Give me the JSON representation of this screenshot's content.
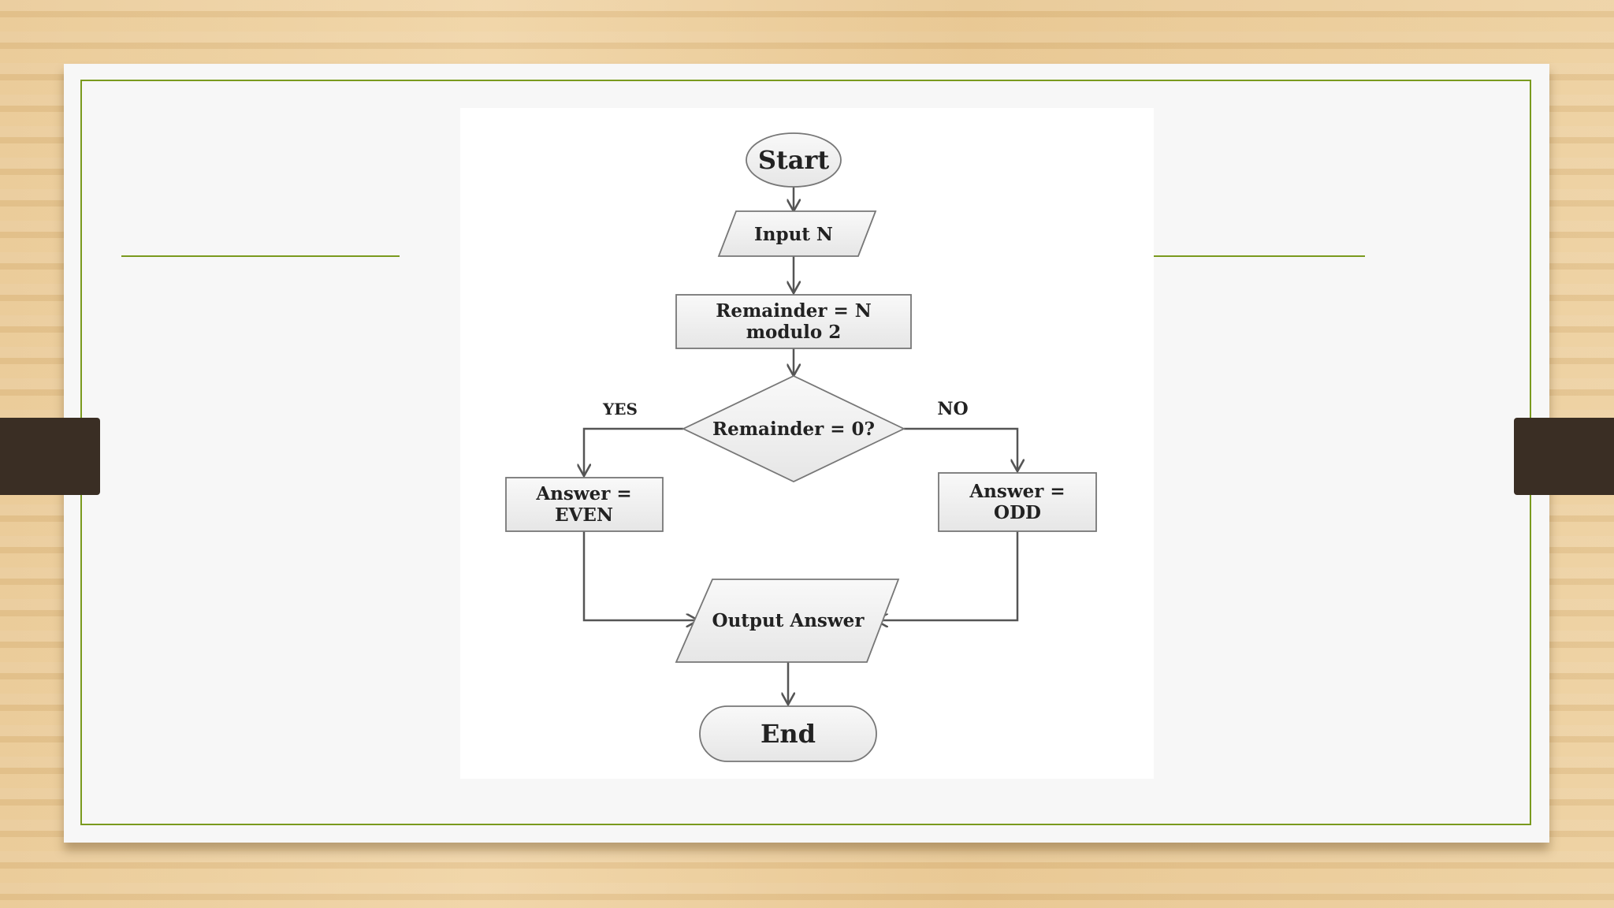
{
  "flowchart": {
    "start": "Start",
    "input": "Input N",
    "process_line1": "Remainder = N",
    "process_line2": "modulo 2",
    "decision": "Remainder = 0?",
    "yes_label": "YES",
    "no_label": "NO",
    "even_line1": "Answer =",
    "even_line2": "EVEN",
    "odd_line1": "Answer =",
    "odd_line2": "ODD",
    "output": "Output Answer",
    "end": "End"
  }
}
